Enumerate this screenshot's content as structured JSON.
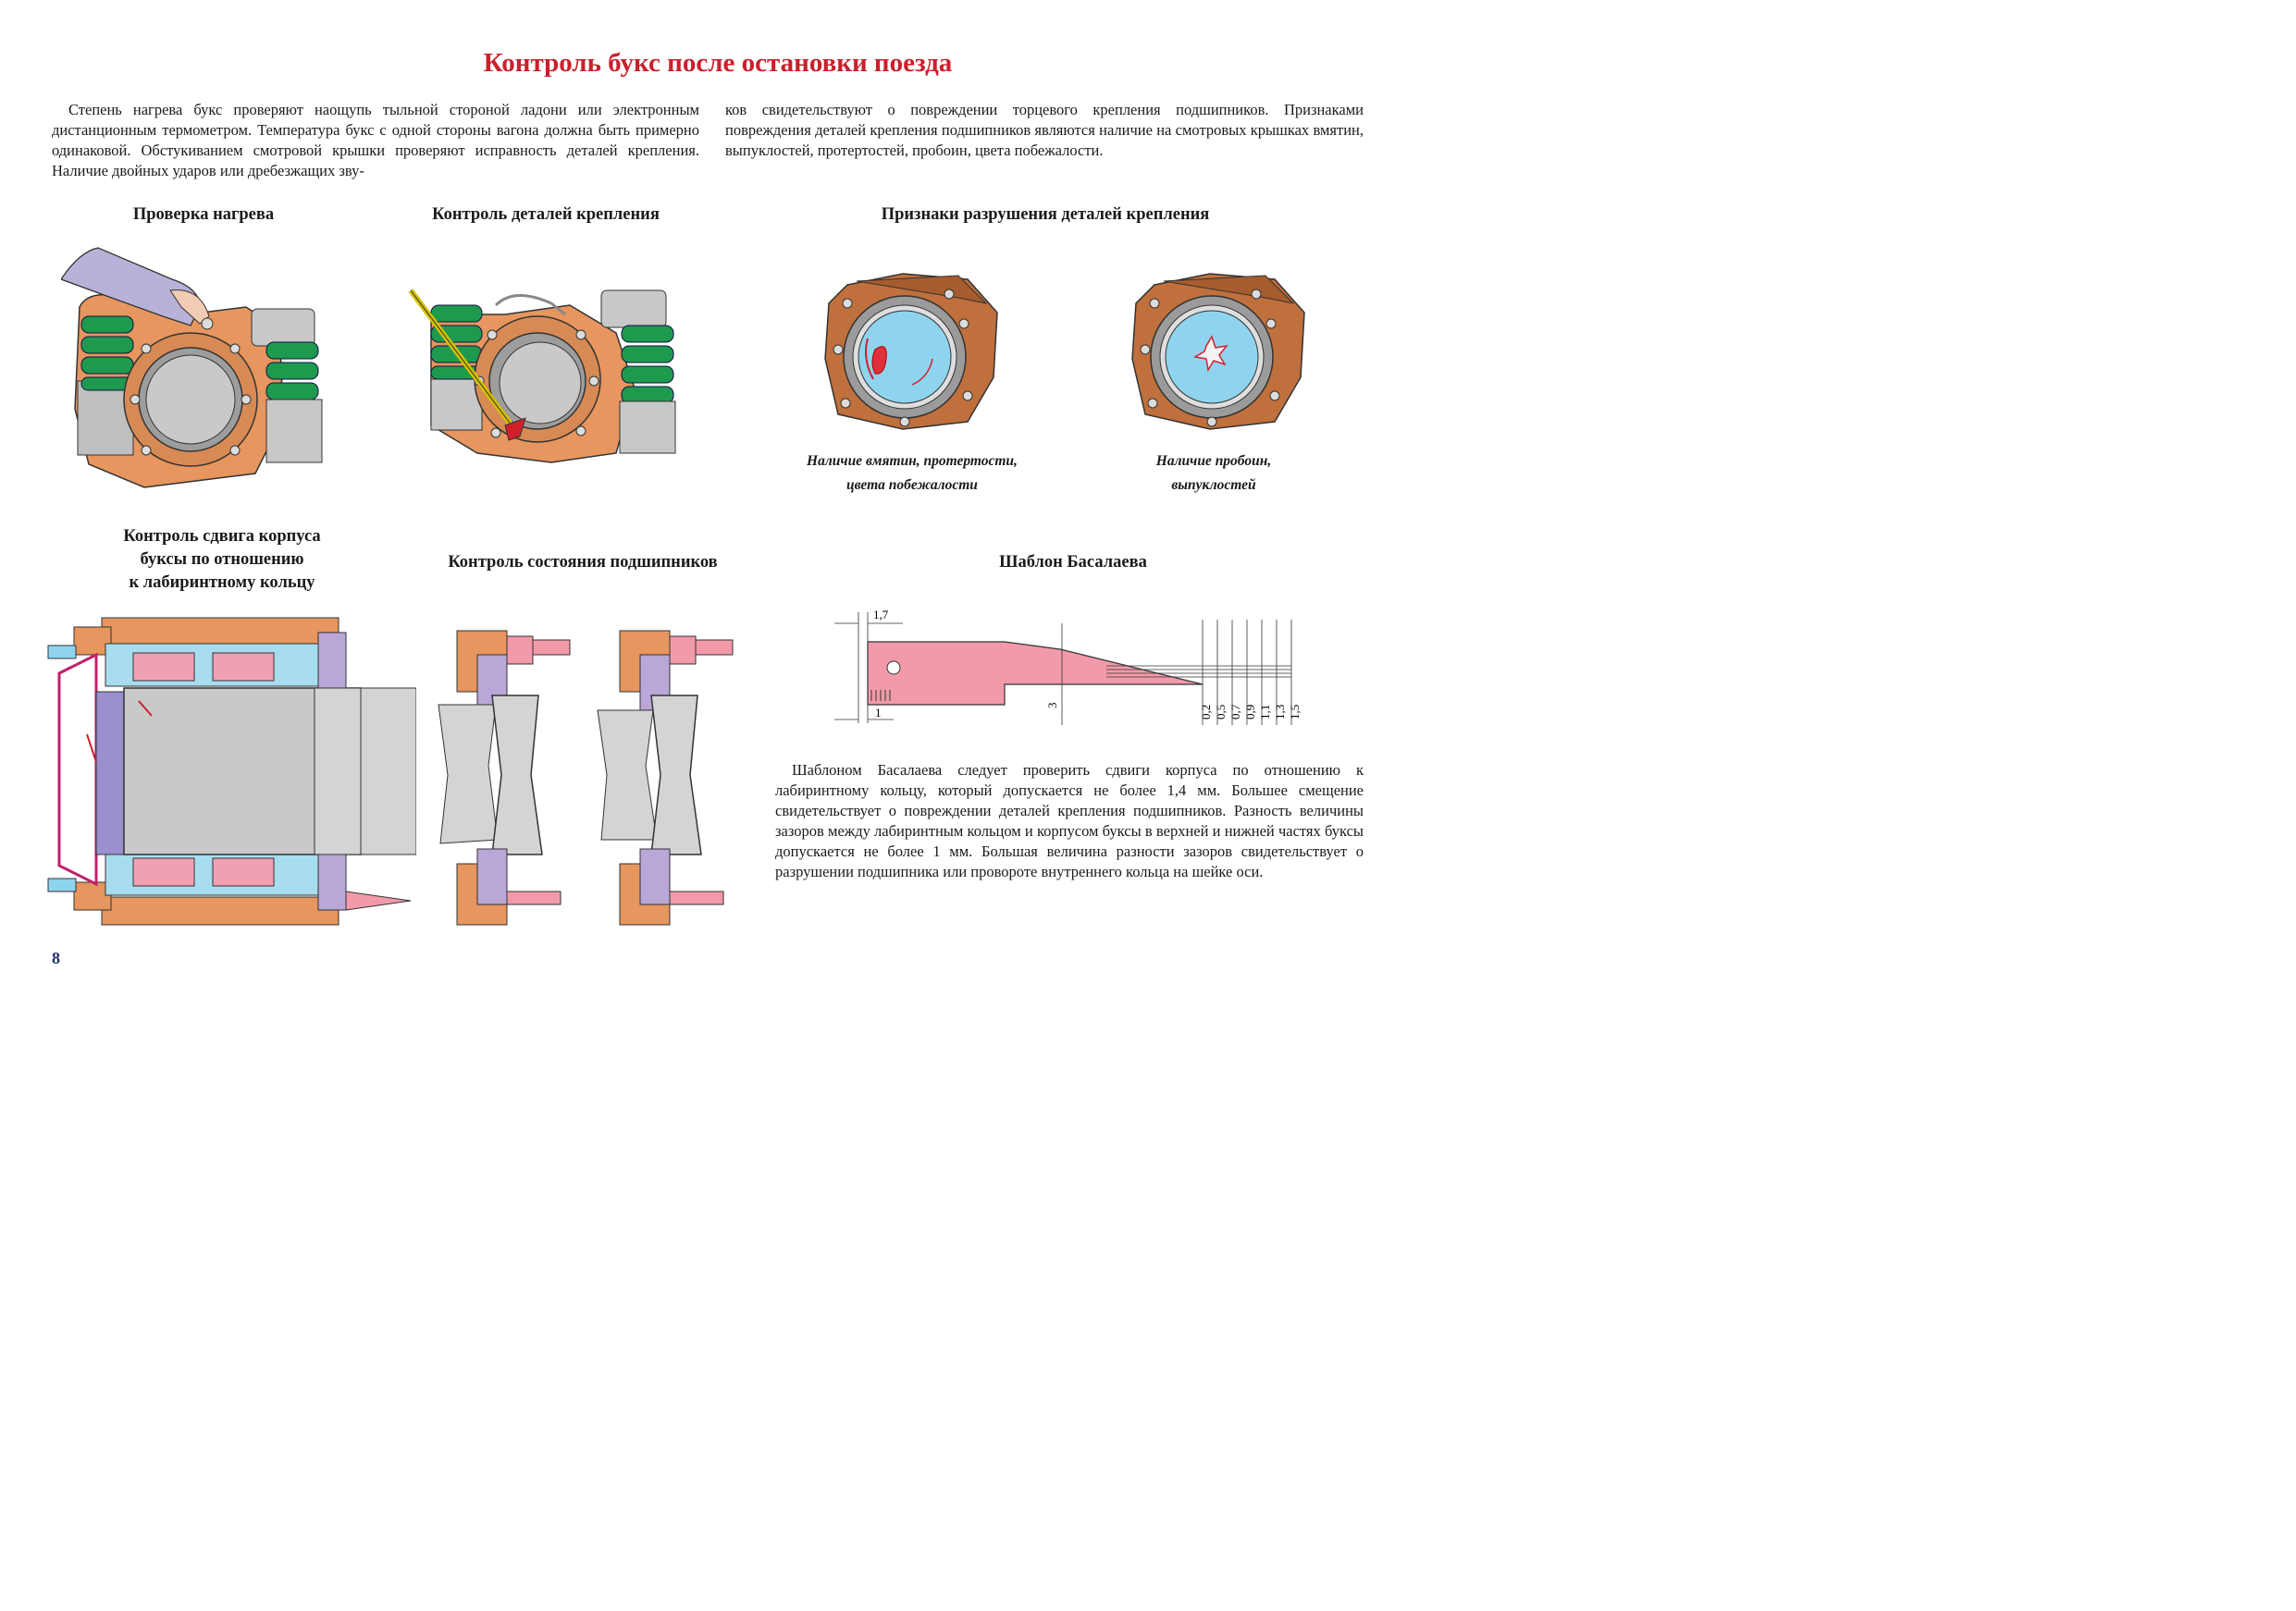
{
  "page": {
    "title": "Контроль букс после остановки поезда",
    "intro_left": "Степень нагрева букс проверяют наощупь тыльной стороной ладони или электронным дистанционным термометром. Температура букс с одной стороны вагона должна быть примерно одинаковой. Обстукиванием смотровой крышки проверяют исправность деталей крепления. Наличие двойных ударов или дребезжащих зву-",
    "intro_right": "ков свидетельствуют о повреждении торцевого крепления подшипников. Признаками повреждения деталей крепления подшипников являются наличие на смотровых крышках вмятин, выпуклостей, протертостей, пробоин, цвета побежалости.",
    "page_number": "8"
  },
  "sections": {
    "heat_check": "Проверка нагрева",
    "fastening_check": "Контроль деталей крепления",
    "damage_signs": "Признаки разрушения деталей крепления",
    "shift_check_line1": "Контроль сдвига корпуса",
    "shift_check_line2": "буксы по отношению",
    "shift_check_line3": "к лабиринтному кольцу",
    "bearing_check": "Контроль состояния подшипников",
    "basalaev_template": "Шаблон Басалаева"
  },
  "captions": {
    "dents_line1": "Наличие вмятин, протертости,",
    "dents_line2": "цвета побежалости",
    "holes_line1": "Наличие пробоин,",
    "holes_line2": "выпуклостей"
  },
  "template_dims": {
    "top": "1,7",
    "bottom": "1",
    "height": "3",
    "steps": [
      "0,2",
      "0,5",
      "0,7",
      "0,9",
      "1,1",
      "1,3",
      "1,5"
    ]
  },
  "basalaev_text": "Шаблоном Басалаева следует проверить сдвиги корпуса по отношению к лабиринтному кольцу, который допускается не более 1,4 мм. Большее смещение свидетельствует о повреждении деталей крепления подшипников. Разность величины зазоров между лабиринтным кольцом и корпусом буксы в верхней и нижней частях буксы допускается не более 1 мм. Большая величина разности зазоров свидетельствует о разрушении подшипника или провороте внутреннего кольца на шейке оси.",
  "colors": {
    "title_red": "#cc1f2b",
    "housing_orange": "#e6965e",
    "spring_green": "#1e9a4e",
    "cover_brown": "#c0703c",
    "glass_blue": "#8fd4ef",
    "template_pink": "#f29aaa",
    "bearing_blue": "#a8dcef",
    "roller_pink": "#f1a0b4",
    "seal_violet": "#b9a7d8",
    "page_number_blue": "#20306b"
  }
}
